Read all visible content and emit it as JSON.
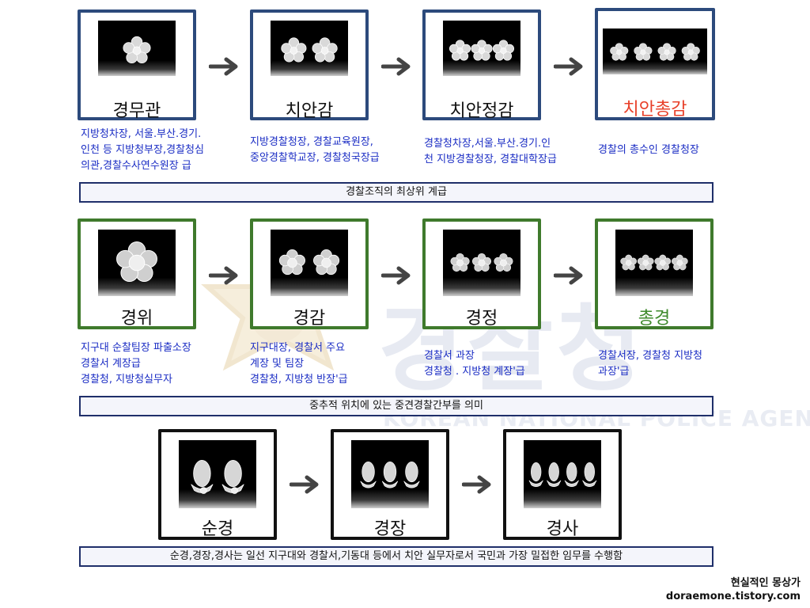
{
  "watermark": {
    "title": "경찰청",
    "subtitle": "KOREAN NATIONAL POLICE AGENCY"
  },
  "top_row": {
    "ranks": [
      {
        "label": "경무관",
        "desc": [
          "지방청차장, 서울.부산.경기.",
          "인천 등 지방청부장,경찰청심",
          "의관,경찰수사연수원장 급"
        ]
      },
      {
        "label": "치안감",
        "desc": [
          "지방경찰청장, 경찰교육원장,",
          "중앙경찰학교장, 경찰청국장급"
        ]
      },
      {
        "label": "치안정감",
        "desc": [
          "경찰청차장,서울.부산.경기.인",
          "천 지방경찰청장, 경찰대학장급"
        ]
      },
      {
        "label": "치안총감",
        "desc": [
          "경찰의 총수인 경찰청장"
        ]
      }
    ],
    "summary": "경찰조직의 최상위 계급"
  },
  "middle_row": {
    "ranks": [
      {
        "label": "경위",
        "desc": [
          "지구대 순찰팀장 파출소장",
          "경찰서 계장급",
          "경찰청, 지방청실무자"
        ]
      },
      {
        "label": "경감",
        "desc": [
          "지구대장, 경찰서 주요",
          "계장 및 팀장",
          "경찰청, 지방청 반장'급"
        ]
      },
      {
        "label": "경정",
        "desc": [
          "경찰서 과장",
          "경찰청 . 지방청 계장'급"
        ]
      },
      {
        "label": "총경",
        "desc": [
          "경찰서장, 경찰청 지방청",
          "과장'급"
        ]
      }
    ],
    "summary": "중추적 위치에 있는 중견경찰간부를 의미"
  },
  "bottom_row": {
    "ranks": [
      {
        "label": "순경"
      },
      {
        "label": "경장"
      },
      {
        "label": "경사"
      }
    ],
    "summary": "순경,경장,경사는 일선 지구대와 경찰서,기동대 등에서 치안 실무자로서 국민과 가장 밀접한 임무를 수행함"
  },
  "footer": {
    "line1": "현실적인 몽상가",
    "line2": "doraemone.tistory.com"
  },
  "colors": {
    "top_border": "#2c4a7c",
    "middle_border": "#3f7a2c",
    "bottom_border": "#111111",
    "highlight_red": "#e8402a",
    "highlight_green": "#3f8a2c",
    "desc_text": "#1a2cc4",
    "watermark": "#e7eaf2"
  }
}
